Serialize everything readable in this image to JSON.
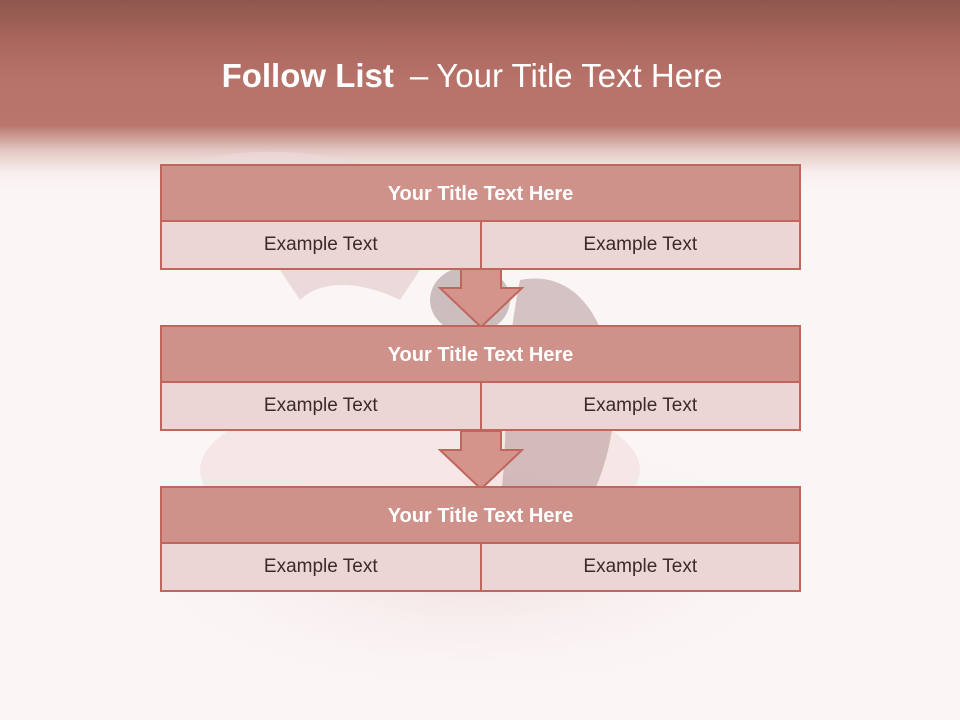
{
  "slide": {
    "title_bold": "Follow List",
    "title_dash": "–",
    "title_rest": "Your Title Text Here"
  },
  "blocks": [
    {
      "title": "Your Title Text Here",
      "left_text": "Example Text",
      "right_text": "Example Text"
    },
    {
      "title": "Your Title Text Here",
      "left_text": "Example Text",
      "right_text": "Example Text"
    },
    {
      "title": "Your Title Text Here",
      "left_text": "Example Text",
      "right_text": "Example Text"
    }
  ],
  "colors": {
    "header": "#b7736a",
    "title_bar": "#cf928a",
    "row_fill": "#ecd6d5",
    "border": "#c0675d",
    "arrow": "#d4948c"
  }
}
